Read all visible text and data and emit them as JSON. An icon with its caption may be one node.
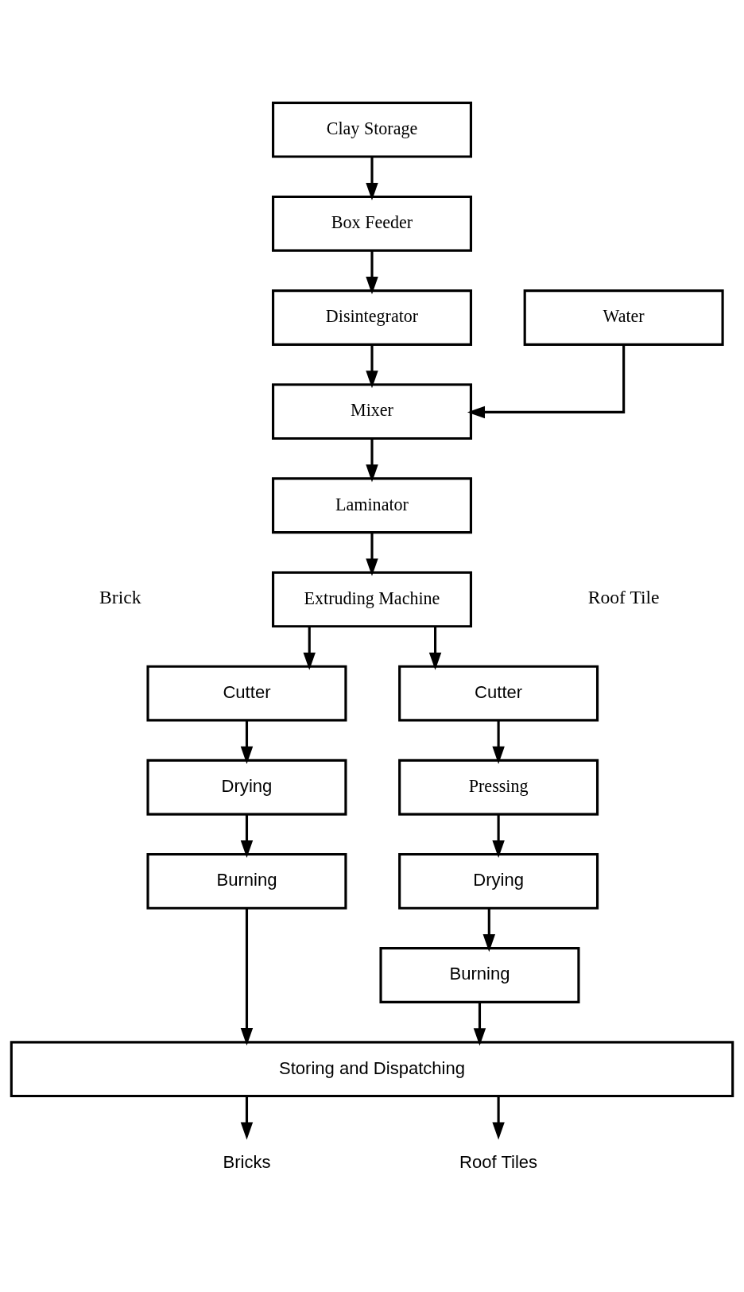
{
  "diagram": {
    "nodes": [
      {
        "text": [
          "Clay Storage"
        ]
      },
      {
        "text": [
          "Box Feeder"
        ]
      },
      {
        "text": [
          "Disintegrator"
        ]
      },
      {
        "text": [
          "Water"
        ]
      },
      {
        "text": [
          "Mixer"
        ]
      },
      {
        "text": [
          "Laminator"
        ]
      },
      {
        "text": [
          "Extruding Machine"
        ]
      },
      {
        "text": [
          "Cutter"
        ]
      },
      {
        "text": [
          "Drying"
        ]
      },
      {
        "text": [
          "Burning"
        ]
      },
      {
        "text": [
          "Cutter"
        ]
      },
      {
        "text": [
          "Pressing"
        ]
      },
      {
        "text": [
          "Drying"
        ]
      },
      {
        "text": [
          "Burning"
        ]
      },
      {
        "text": [
          "Storing and Dispatching"
        ]
      },
      {
        "text": [
          "Bricks"
        ]
      },
      {
        "text": [
          "Roof Tiles"
        ]
      }
    ],
    "edges": [
      {
        "from": 0,
        "to": 1,
        "arrow": "to"
      },
      {
        "from": 1,
        "to": 2,
        "arrow": "to"
      },
      {
        "from": 2,
        "to": 4,
        "arrow": "to"
      },
      {
        "from": 3,
        "to": 4,
        "arrow": "to"
      },
      {
        "from": 4,
        "to": 5,
        "arrow": "to"
      },
      {
        "from": 5,
        "to": 6,
        "arrow": "to"
      },
      {
        "from": 6,
        "to": 7,
        "arrow": "to"
      },
      {
        "from": 6,
        "to": 10,
        "arrow": "to"
      },
      {
        "from": 7,
        "to": 8,
        "arrow": "to"
      },
      {
        "from": 8,
        "to": 9,
        "arrow": "to"
      },
      {
        "from": 9,
        "to": 14,
        "arrow": "to"
      },
      {
        "from": 10,
        "to": 11,
        "arrow": "to"
      },
      {
        "from": 11,
        "to": 12,
        "arrow": "to"
      },
      {
        "from": 12,
        "to": 13,
        "arrow": "to"
      },
      {
        "from": 13,
        "to": 14,
        "arrow": "to"
      },
      {
        "from": 14,
        "to": 15,
        "arrow": "to"
      },
      {
        "from": 14,
        "to": 16,
        "arrow": "to"
      }
    ],
    "labels": [
      "Brick",
      "Roof Tile"
    ]
  }
}
